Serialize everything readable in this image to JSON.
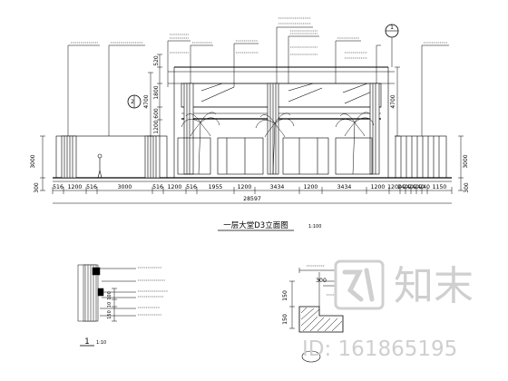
{
  "main_elevation": {
    "title": "一层大堂D3立面图",
    "scale": "1:100",
    "callout_main": "1",
    "callout_side": "2",
    "bottom_dims": [
      "516",
      "1200",
      "516",
      "3000",
      "516",
      "1200",
      "516",
      "1955",
      "1200",
      "3434",
      "1200",
      "3434",
      "1200",
      "1200",
      "240",
      "240",
      "240",
      "240",
      "240",
      "1150"
    ],
    "total_dim": "28597",
    "left_dims": [
      "3000",
      "300"
    ],
    "right_dims": [
      "3000",
      "300"
    ],
    "upper_left_dims": [
      "520",
      "1800",
      "4700",
      "1200",
      "600"
    ],
    "upper_right_dim": "4700"
  },
  "detail_left": {
    "callout": "1",
    "scale": "1:10",
    "dims": [
      "100",
      "10",
      "150"
    ]
  },
  "detail_right": {
    "dims": [
      "300",
      "150",
      "150"
    ]
  },
  "watermark": {
    "logo_text": "知末",
    "id_text": "ID: 161865195"
  }
}
